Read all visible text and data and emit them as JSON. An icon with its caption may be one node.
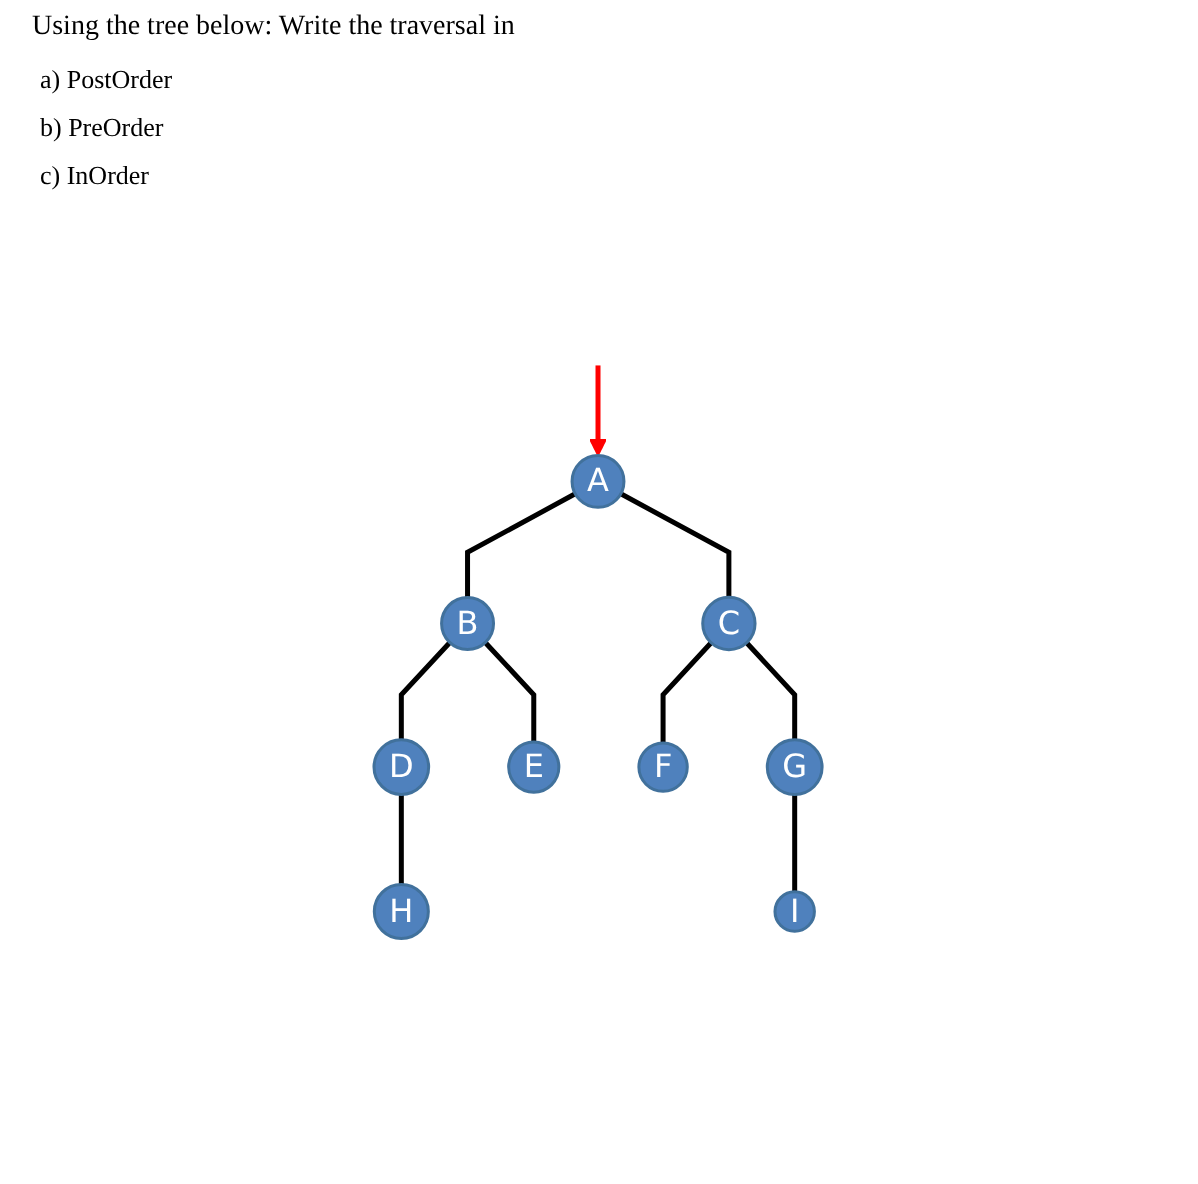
{
  "diagram": {
    "title": "Using the tree below: Write the traversal in",
    "nodes": [
      {
        "text": [
          "A"
        ]
      },
      {
        "text": [
          "B"
        ]
      },
      {
        "text": [
          "C"
        ]
      },
      {
        "text": [
          "D"
        ]
      },
      {
        "text": [
          "E"
        ]
      },
      {
        "text": [
          "F"
        ]
      },
      {
        "text": [
          "G"
        ]
      },
      {
        "text": [
          "H"
        ]
      },
      {
        "text": [
          "I"
        ]
      }
    ],
    "edges": [
      {
        "from": null,
        "to": 0,
        "arrow": "to",
        "color": "#ff0000"
      },
      {
        "from": 0,
        "to": 1,
        "arrow": "none"
      },
      {
        "from": 0,
        "to": 2,
        "arrow": "none"
      },
      {
        "from": 1,
        "to": 3,
        "arrow": "none"
      },
      {
        "from": 1,
        "to": 4,
        "arrow": "none"
      },
      {
        "from": 2,
        "to": 5,
        "arrow": "none"
      },
      {
        "from": 2,
        "to": 6,
        "arrow": "none"
      },
      {
        "from": 3,
        "to": 7,
        "arrow": "none"
      },
      {
        "from": 6,
        "to": 8,
        "arrow": "none"
      }
    ],
    "labels": [
      "a) PostOrder",
      "b) PreOrder",
      "c) InOrder"
    ]
  }
}
